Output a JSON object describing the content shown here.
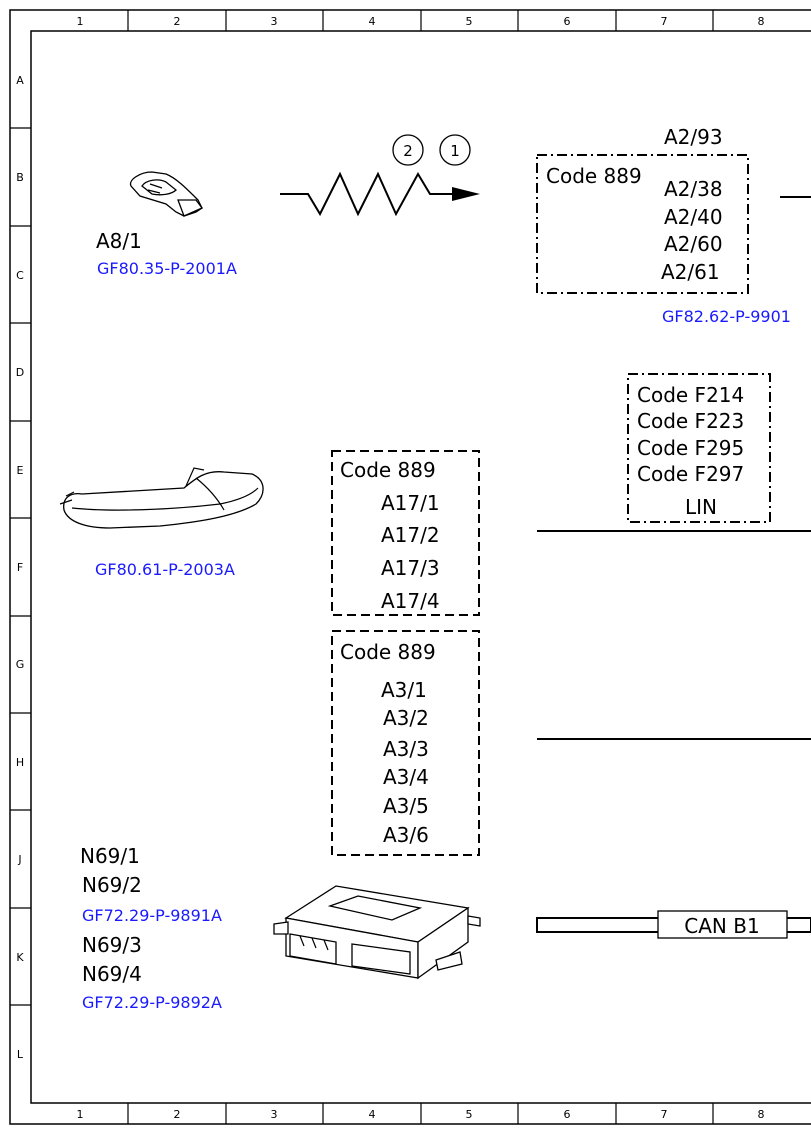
{
  "grid": {
    "columns": [
      "1",
      "2",
      "3",
      "4",
      "5",
      "6",
      "7",
      "8"
    ],
    "rows": [
      "A",
      "B",
      "C",
      "D",
      "E",
      "F",
      "G",
      "H",
      "J",
      "K",
      "L"
    ]
  },
  "components": {
    "key": {
      "label": "A8/1",
      "ref": "GF80.35-P-2001A"
    },
    "door_handle": {
      "ref": "GF80.61-P-2003A"
    },
    "control_unit": {
      "labels": [
        "N69/1",
        "N69/2",
        "N69/3",
        "N69/4"
      ],
      "refs": [
        "GF72.29-P-9891A",
        "GF72.29-P-9892A"
      ]
    }
  },
  "signal": {
    "markers": [
      "2",
      "1"
    ]
  },
  "boxes": {
    "top_right": {
      "header": "A2/93",
      "code": "Code 889",
      "items": [
        "A2/38",
        "A2/40",
        "A2/60",
        "A2/61"
      ],
      "ref": "GF82.62-P-9901"
    },
    "codes": {
      "items": [
        "Code F214",
        "Code F223",
        "Code F295",
        "Code F297"
      ],
      "bus": "LIN"
    },
    "a17": {
      "code": "Code 889",
      "items": [
        "A17/1",
        "A17/2",
        "A17/3",
        "A17/4"
      ]
    },
    "a3": {
      "code": "Code 889",
      "items": [
        "A3/1",
        "A3/2",
        "A3/3",
        "A3/4",
        "A3/5",
        "A3/6"
      ]
    }
  },
  "can": {
    "label": "CAN B1"
  }
}
